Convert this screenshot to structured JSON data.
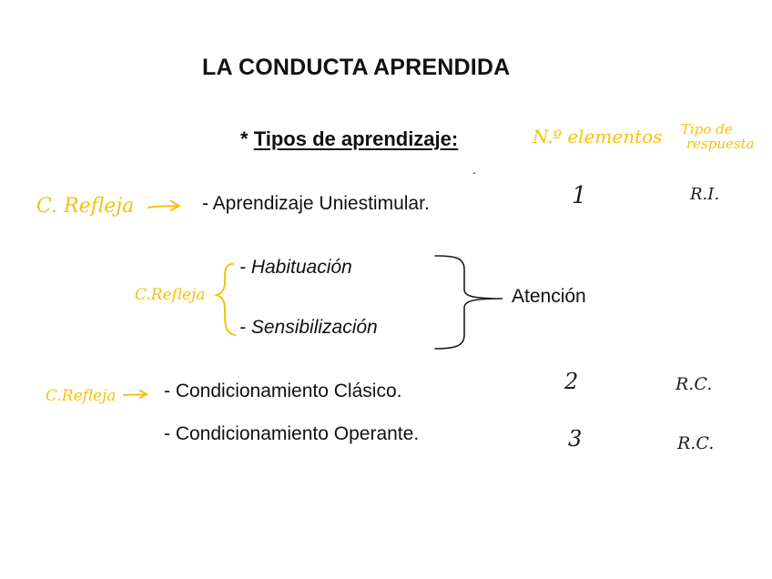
{
  "title": "LA CONDUCTA APRENDIDA",
  "subtitle_star": "*",
  "subtitle": "Tipos de aprendizaje:",
  "header_annotations": {
    "n_elementos": "N.º elementos",
    "tipo_respuesta_line1": "Tipo de",
    "tipo_respuesta_line2": "respuesta"
  },
  "items": [
    {
      "text": "- Aprendizaje Uniestimular.",
      "note": "C. Refleja",
      "elements": "1",
      "response": "R.I."
    },
    {
      "text": "- Habituación",
      "note": "C.Refleja"
    },
    {
      "text": "- Sensibilización"
    },
    {
      "text": "- Condicionamiento Clásico.",
      "note": "C.Refleja",
      "elements": "2",
      "response": "R.C."
    },
    {
      "text": "- Condicionamiento Operante.",
      "elements": "3",
      "response": "R.C."
    }
  ],
  "grouping_label": "Atención",
  "colors": {
    "handwriting_yellow": "#f4c20d",
    "text": "#111111",
    "background": "#ffffff"
  }
}
